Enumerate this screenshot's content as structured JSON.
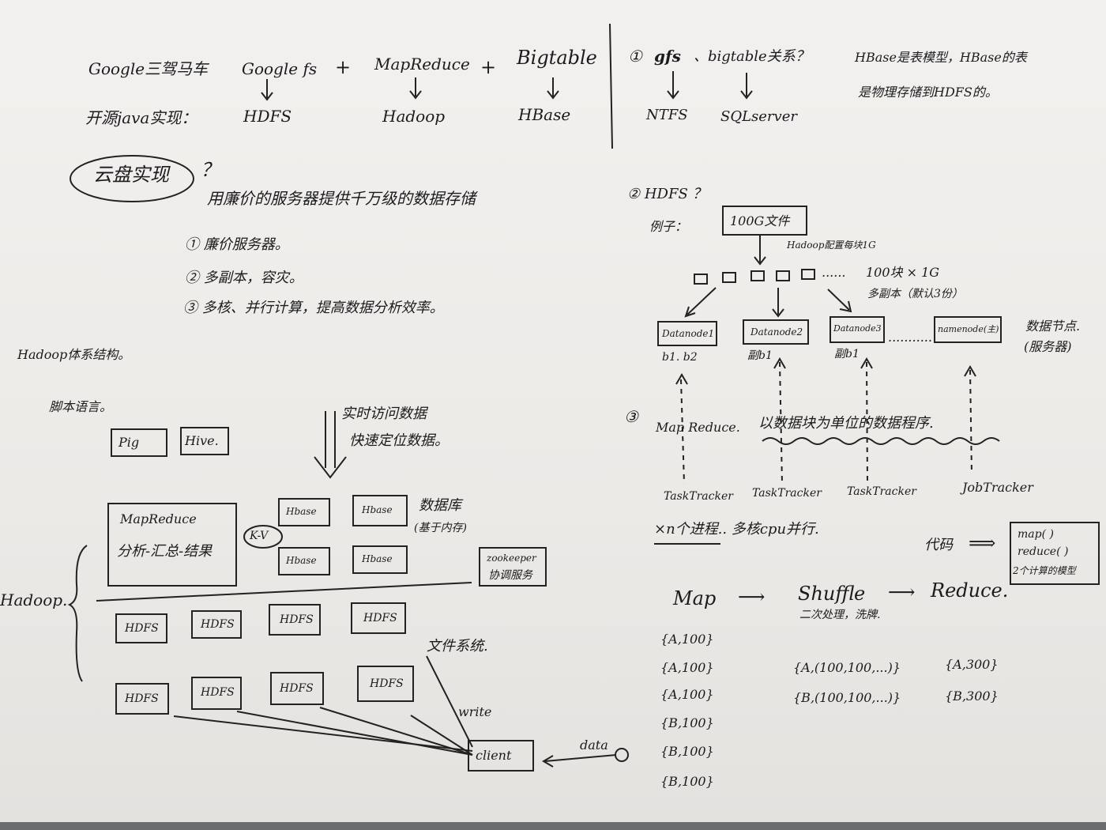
{
  "top_left": {
    "line1_a": "Google三驾马车",
    "line1_b": "Google fs",
    "plus1": "+",
    "line1_c": "MapReduce",
    "plus2": "+",
    "line1_d": "Bigtable",
    "line2_a": "开源java实现：",
    "line2_b": "HDFS",
    "line2_c": "Hadoop",
    "line2_d": "HBase"
  },
  "top_right": {
    "n1": "①",
    "gfs": "gfs",
    "bigtable_q": "、bigtable关系？",
    "ntfs": "NTFS",
    "sqlserver": "SQLserver",
    "hbase_note1": "HBase是表模型，HBase的表",
    "hbase_note2": "是物理存储到HDFS的。"
  },
  "cloud": {
    "circle_label": "云盘实现",
    "q": "？",
    "line1": "用廉价的服务器提供千万级的数据存储",
    "p1": "① 廉价服务器。",
    "p2": "② 多副本，容灾。",
    "p3": "③ 多核、并行计算，提高数据分析效率。"
  },
  "arch": {
    "title": "Hadoop体系结构。",
    "script_label": "脚本语言。",
    "pig": "Pig",
    "hive": "Hive.",
    "realtime1": "实时访问数据",
    "realtime2": "快速定位数据。",
    "mr_title": "MapReduce",
    "mr_desc": "分析-汇总-结果",
    "kv": "K-V",
    "hbase": [
      "Hbase",
      "Hbase",
      "Hbase",
      "Hbase"
    ],
    "db_label": "数据库",
    "db_sub": "(基于内存)",
    "zk1": "zookeeper",
    "zk2": "协调服务",
    "hadoop": "Hadoop.",
    "hdfs": [
      "HDFS",
      "HDFS",
      "HDFS",
      "HDFS",
      "HDFS",
      "HDFS",
      "HDFS",
      "HDFS"
    ],
    "fs_label": "文件系统.",
    "write": "write",
    "client": "client",
    "data": "data"
  },
  "hdfs_panel": {
    "n2": "② HDFS ？",
    "eg": "例子：",
    "file": "100G文件",
    "config": "Hadoop配置每块1G",
    "dots": "......",
    "blocks": "100块 × 1G",
    "replica": "多副本（默认3份）",
    "nodes": [
      "Datanode1",
      "Datanode2",
      "Datanode3",
      "namenode(主)"
    ],
    "ellipsis": "...........",
    "node_notes": [
      "b1. b2",
      "副b1",
      "副b1"
    ],
    "node_side1": "数据节点.",
    "node_side2": "(服务器)"
  },
  "mr_panel": {
    "n3": "③",
    "mr": "Map Reduce.",
    "desc": "以数据块为单位的数据程序.",
    "trackers": [
      "TaskTracker",
      "TaskTracker",
      "TaskTracker",
      "JobTracker"
    ],
    "xn": "×n个进程.. 多核cpu并行.",
    "code_label": "代码",
    "arrow": "⟹",
    "code1": "map( )",
    "code2": "reduce( )",
    "code3": "2个计算的模型",
    "flow_map": "Map",
    "flow_shuffle": "Shuffle",
    "flow_shuffle_sub": "二次处理，洗牌.",
    "flow_reduce": "Reduce.",
    "arrow_r": "⟶",
    "map_out": [
      "{A,100}",
      "{A,100}",
      "{A,100}",
      "{B,100}",
      "{B,100}",
      "{B,100}"
    ],
    "shuffle_out": [
      "{A,(100,100,...)}",
      "{B,(100,100,...)}"
    ],
    "reduce_out": [
      "{A,300}",
      "{B,300}"
    ]
  }
}
